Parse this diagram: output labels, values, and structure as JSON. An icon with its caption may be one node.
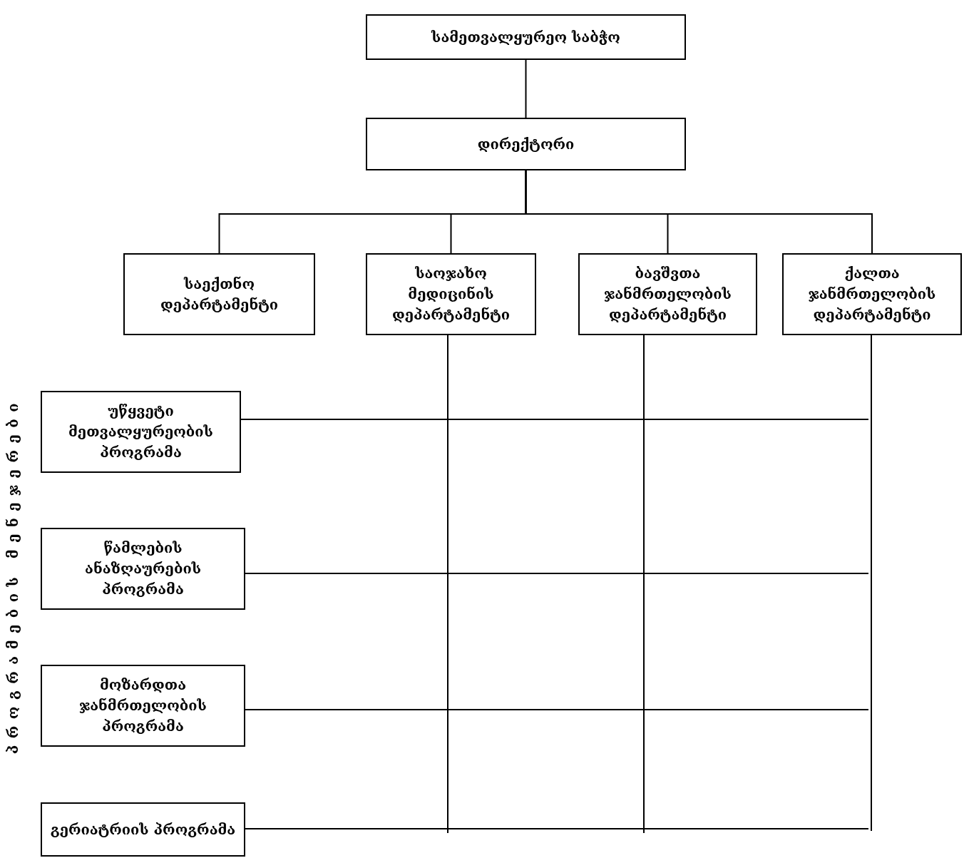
{
  "diagram": {
    "nodes": [
      {
        "text": [
          "სამეთვალყურეო საბჭო"
        ]
      },
      {
        "text": [
          "დირექტორი"
        ]
      },
      {
        "text": [
          "საექთნო დეპარტამენტი"
        ]
      },
      {
        "text": [
          "საოჯახო მედიცინის დეპარტამენტი"
        ]
      },
      {
        "text": [
          "ბავშვთა ჯანმრთელობის დეპარტამენტი"
        ]
      },
      {
        "text": [
          "ქალთა ჯანმრთელობის დეპარტამენტი"
        ]
      },
      {
        "text": [
          "უწყვეტი მეთვალყურეობის პროგრამა"
        ]
      },
      {
        "text": [
          "წამლების ანაზღაურების პროგრამა"
        ]
      },
      {
        "text": [
          "მოზარდთა ჯანმრთელობის პროგრამა"
        ]
      },
      {
        "text": [
          "გერიატრიის პროგრამა"
        ]
      }
    ],
    "edges": [
      {
        "from": 0,
        "to": 1,
        "arrow": "none"
      },
      {
        "from": 1,
        "to": 2,
        "arrow": "none"
      },
      {
        "from": 1,
        "to": 3,
        "arrow": "none"
      },
      {
        "from": 1,
        "to": 4,
        "arrow": "none"
      },
      {
        "from": 1,
        "to": 5,
        "arrow": "none"
      },
      {
        "from": 3,
        "to": null,
        "arrow": "none"
      },
      {
        "from": 4,
        "to": null,
        "arrow": "none"
      },
      {
        "from": 5,
        "to": null,
        "arrow": "none"
      },
      {
        "from": 6,
        "to": null,
        "arrow": "none"
      },
      {
        "from": 7,
        "to": null,
        "arrow": "none"
      },
      {
        "from": 8,
        "to": null,
        "arrow": "none"
      },
      {
        "from": 9,
        "to": null,
        "arrow": "none"
      }
    ],
    "labels": [
      "პროგრამების მენეჯერები"
    ]
  }
}
